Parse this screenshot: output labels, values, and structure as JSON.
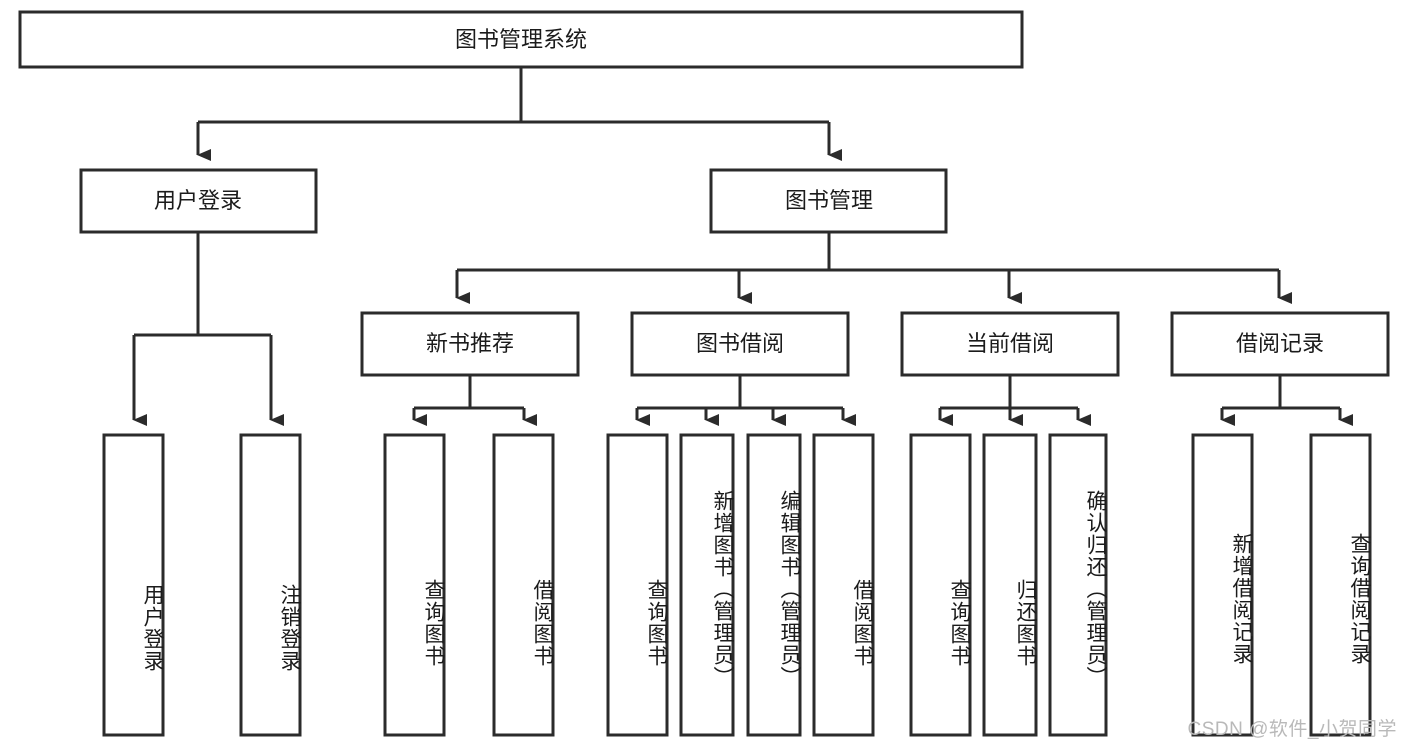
{
  "diagram": {
    "title": "图书管理系统",
    "type": "tree-hierarchy-diagram",
    "colors": {
      "box_fill": "#ffffff",
      "box_stroke": "#2b2b2b",
      "text": "#1b1b1b",
      "background": "#ffffff",
      "watermark": "#b9b9b9"
    },
    "root": {
      "label": "图书管理系统"
    },
    "level2": [
      {
        "label": "用户登录"
      },
      {
        "label": "图书管理"
      }
    ],
    "level3": [
      {
        "label": "新书推荐"
      },
      {
        "label": "图书借阅"
      },
      {
        "label": "当前借阅"
      },
      {
        "label": "借阅记录"
      }
    ],
    "leaves": {
      "user_login": [
        {
          "label": "用户登录"
        },
        {
          "label": "注销登录"
        }
      ],
      "new_book_recommend": [
        {
          "label": "查询图书"
        },
        {
          "label": "借阅图书"
        }
      ],
      "book_borrow": [
        {
          "label": "查询图书"
        },
        {
          "label": "新增图书（管理员）"
        },
        {
          "label": "编辑图书（管理员）"
        },
        {
          "label": "借阅图书"
        }
      ],
      "current_borrow": [
        {
          "label": "查询图书"
        },
        {
          "label": "归还图书"
        },
        {
          "label": "确认归还（管理员）"
        }
      ],
      "borrow_record": [
        {
          "label": "新增借阅记录"
        },
        {
          "label": "查询借阅记录"
        }
      ]
    }
  },
  "watermark": {
    "text": "CSDN @软件_小贺同学"
  }
}
